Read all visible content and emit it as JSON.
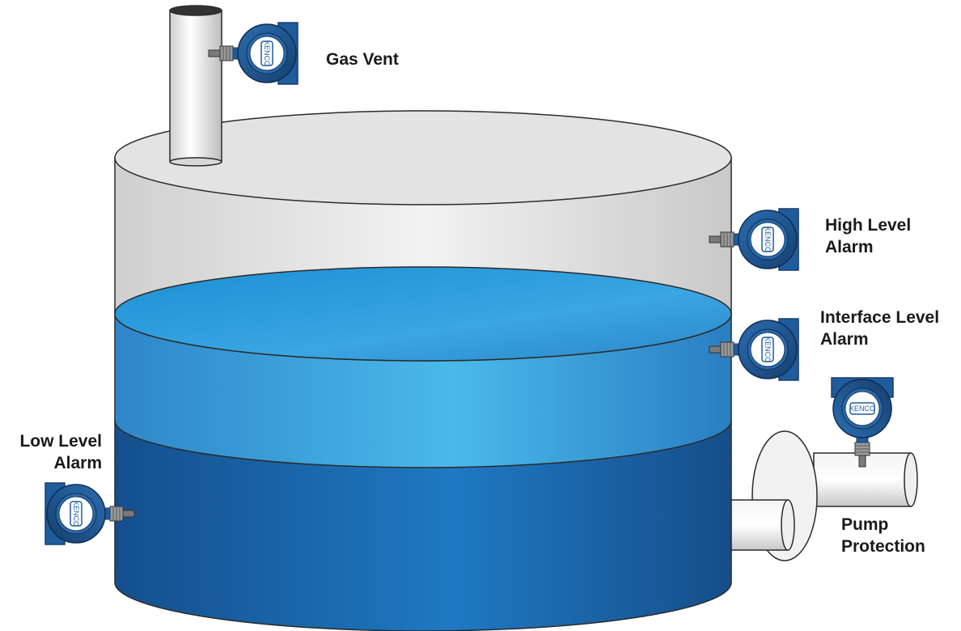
{
  "labels": {
    "gas_vent": "Gas Vent",
    "high_level_alarm": [
      "High Level",
      "Alarm"
    ],
    "interface_level_alarm": [
      "Interface Level",
      "Alarm"
    ],
    "low_level_alarm": [
      "Low Level",
      "Alarm"
    ],
    "pump_protection": [
      "Pump",
      "Protection"
    ]
  },
  "sensor_badge_text": "KENCO",
  "colors": {
    "sensor_body": "#1f5c9e",
    "sensor_dark": "#163f6e",
    "water_upper": "#3fa9e4",
    "water_lower": "#1c6fb3",
    "tank_shell": "#e6e6e6",
    "outline": "#2b2b2b"
  }
}
